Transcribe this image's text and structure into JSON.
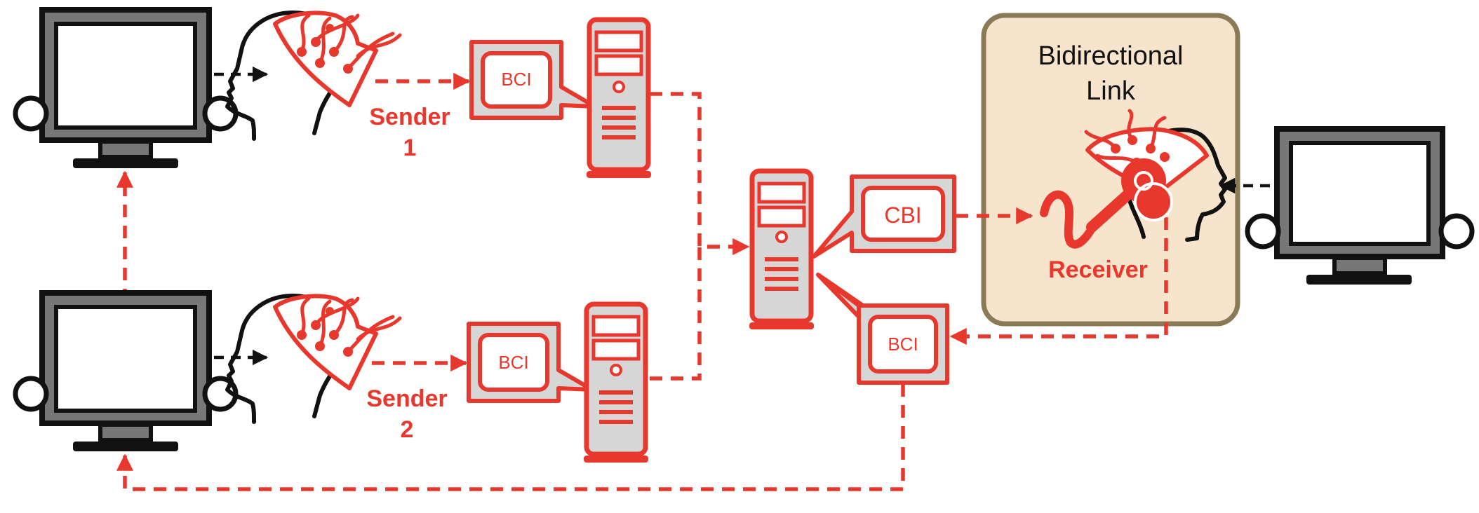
{
  "labels": {
    "sender1_name": "Sender",
    "sender1_num": "1",
    "sender2_name": "Sender",
    "sender2_num": "2",
    "receiver": "Receiver",
    "bci_sender1": "BCI",
    "bci_sender2": "BCI",
    "cbi": "CBI",
    "bci_feedback": "BCI",
    "link_line1": "Bidirectional",
    "link_line2": "Link"
  },
  "colors": {
    "accent": "#e8382d",
    "dark": "#111111",
    "panel_fill": "#f7e4cc",
    "panel_border": "#8a7a55",
    "device_gray": "#d6d6d6"
  }
}
